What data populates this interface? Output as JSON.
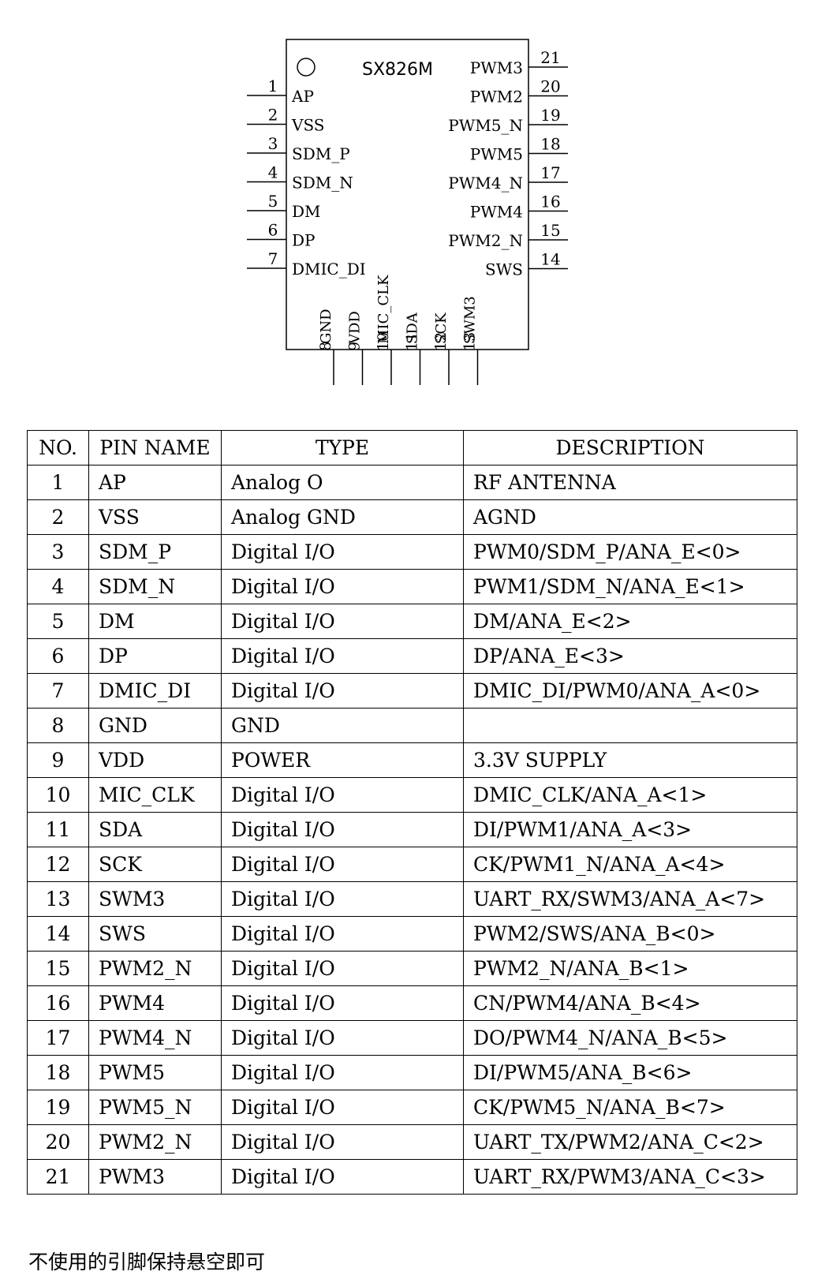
{
  "pinout": {
    "chip_name": "SX826M",
    "left_pins": [
      {
        "num": "1",
        "name": "AP"
      },
      {
        "num": "2",
        "name": "VSS"
      },
      {
        "num": "3",
        "name": "SDM_P"
      },
      {
        "num": "4",
        "name": "SDM_N"
      },
      {
        "num": "5",
        "name": "DM"
      },
      {
        "num": "6",
        "name": "DP"
      },
      {
        "num": "7",
        "name": "DMIC_DI"
      }
    ],
    "right_pins": [
      {
        "num": "21",
        "name": "PWM3"
      },
      {
        "num": "20",
        "name": "PWM2"
      },
      {
        "num": "19",
        "name": "PWM5_N"
      },
      {
        "num": "18",
        "name": "PWM5"
      },
      {
        "num": "17",
        "name": "PWM4_N"
      },
      {
        "num": "16",
        "name": "PWM4"
      },
      {
        "num": "15",
        "name": "PWM2_N"
      },
      {
        "num": "14",
        "name": "SWS"
      }
    ],
    "bottom_pins": [
      {
        "num": "8",
        "name": "GND"
      },
      {
        "num": "9",
        "name": "VDD"
      },
      {
        "num": "10",
        "name": "MIC_CLK"
      },
      {
        "num": "11",
        "name": "SDA"
      },
      {
        "num": "12",
        "name": "SCK"
      },
      {
        "num": "13",
        "name": "SWM3"
      }
    ]
  },
  "table": {
    "headers": [
      "NO.",
      "PIN NAME",
      "TYPE",
      "DESCRIPTION"
    ],
    "rows": [
      [
        "1",
        "AP",
        "Analog O",
        "RF ANTENNA"
      ],
      [
        "2",
        "VSS",
        "Analog GND",
        "AGND"
      ],
      [
        "3",
        "SDM_P",
        "Digital I/O",
        "PWM0/SDM_P/ANA_E<0>"
      ],
      [
        "4",
        "SDM_N",
        "Digital I/O",
        "PWM1/SDM_N/ANA_E<1>"
      ],
      [
        "5",
        "DM",
        "Digital I/O",
        "DM/ANA_E<2>"
      ],
      [
        "6",
        "DP",
        "Digital I/O",
        "DP/ANA_E<3>"
      ],
      [
        "7",
        "DMIC_DI",
        "Digital I/O",
        "DMIC_DI/PWM0/ANA_A<0>"
      ],
      [
        "8",
        "GND",
        "GND",
        ""
      ],
      [
        "9",
        "VDD",
        "POWER",
        "3.3V SUPPLY"
      ],
      [
        "10",
        "MIC_CLK",
        "Digital I/O",
        "DMIC_CLK/ANA_A<1>"
      ],
      [
        "11",
        "SDA",
        "Digital I/O",
        "DI/PWM1/ANA_A<3>"
      ],
      [
        "12",
        "SCK",
        "Digital I/O",
        "CK/PWM1_N/ANA_A<4>"
      ],
      [
        "13",
        "SWM3",
        "Digital I/O",
        "UART_RX/SWM3/ANA_A<7>"
      ],
      [
        "14",
        "SWS",
        "Digital I/O",
        "PWM2/SWS/ANA_B<0>"
      ],
      [
        "15",
        "PWM2_N",
        "Digital I/O",
        "PWM2_N/ANA_B<1>"
      ],
      [
        "16",
        "PWM4",
        "Digital I/O",
        "CN/PWM4/ANA_B<4>"
      ],
      [
        "17",
        "PWM4_N",
        "Digital I/O",
        "DO/PWM4_N/ANA_B<5>"
      ],
      [
        "18",
        "PWM5",
        "Digital I/O",
        "DI/PWM5/ANA_B<6>"
      ],
      [
        "19",
        "PWM5_N",
        "Digital I/O",
        "CK/PWM5_N/ANA_B<7>"
      ],
      [
        "20",
        "PWM2_N",
        "Digital I/O",
        "UART_TX/PWM2/ANA_C<2>"
      ],
      [
        "21",
        "PWM3",
        "Digital I/O",
        "UART_RX/PWM3/ANA_C<3>"
      ]
    ]
  },
  "footnote": "不使用的引脚保持悬空即可"
}
